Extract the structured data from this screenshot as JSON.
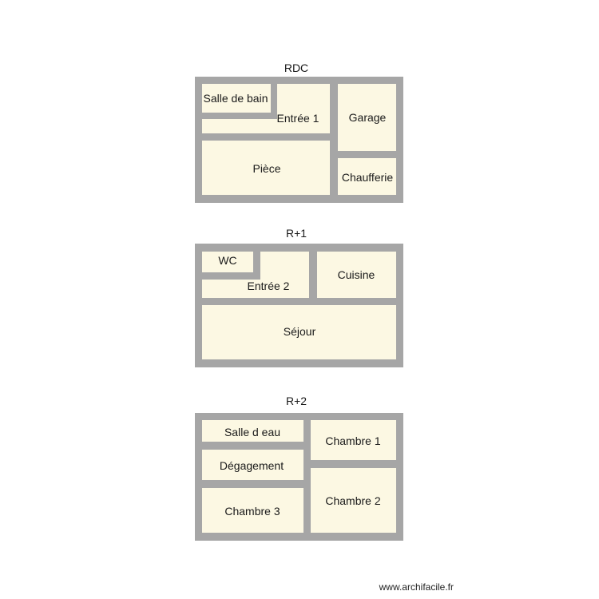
{
  "levels": [
    {
      "name": "RDC",
      "rooms": [
        "Salle de bain",
        "Entrée 1",
        "Garage",
        "Pièce",
        "Chaufferie"
      ]
    },
    {
      "name": "R+1",
      "rooms": [
        "WC",
        "Entrée 2",
        "Cuisine",
        "Séjour"
      ]
    },
    {
      "name": "R+2",
      "rooms": [
        "Salle d eau",
        "Chambre 1",
        "Dégagement",
        "Chambre 2",
        "Chambre 3"
      ]
    }
  ],
  "watermark": "www.archifacile.fr",
  "colors": {
    "wall": "#a6a6a6",
    "room_fill": "#fcf8e3",
    "background": "#ffffff"
  }
}
